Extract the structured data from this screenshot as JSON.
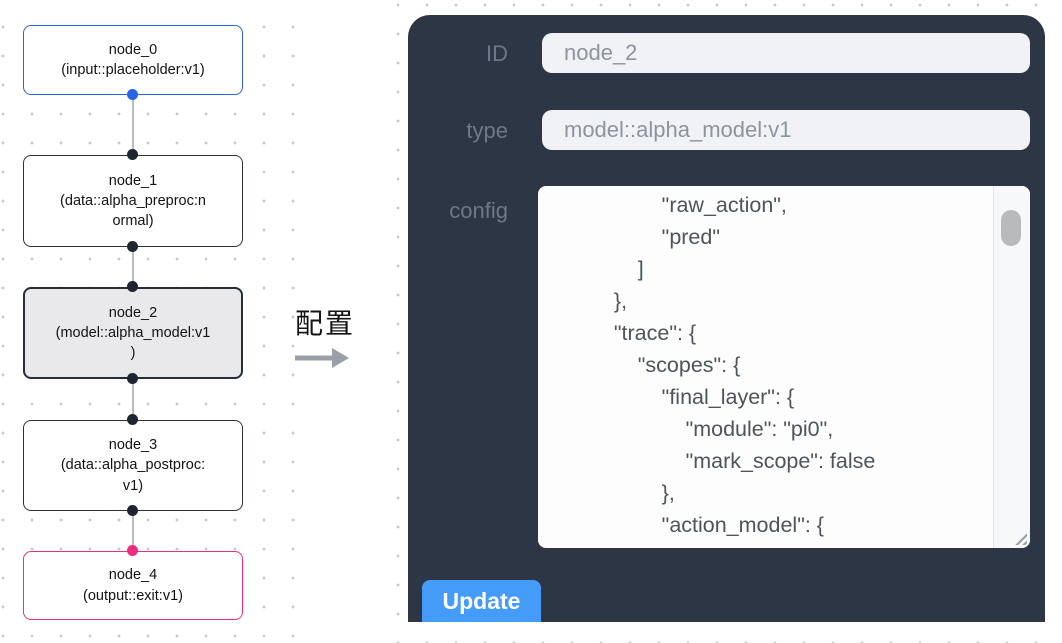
{
  "flow": {
    "nodes": [
      {
        "id": "node_0",
        "label": "node_0\n(input::placeholder:v1)",
        "selected": false
      },
      {
        "id": "node_1",
        "label": "node_1\n(data::alpha_preproc:n\normal)",
        "selected": false
      },
      {
        "id": "node_2",
        "label": "node_2\n(model::alpha_model:v1\n)",
        "selected": true
      },
      {
        "id": "node_3",
        "label": "node_3\n(data::alpha_postproc:\nv1)",
        "selected": false
      },
      {
        "id": "node_4",
        "label": "node_4\n(output::exit:v1)",
        "selected": false
      }
    ]
  },
  "annotation": {
    "label": "配置"
  },
  "panel": {
    "fields": [
      {
        "label": "ID",
        "value": "node_2"
      },
      {
        "label": "type",
        "value": "model::alpha_model:v1"
      },
      {
        "label": "config",
        "value": "            \"raw_action\",\n            \"pred\"\n        ]\n    },\n    \"trace\": {\n        \"scopes\": {\n            \"final_layer\": {\n                \"module\": \"pi0\",\n                \"mark_scope\": false\n            },\n            \"action_model\": {"
      }
    ],
    "update_label": "Update"
  },
  "colors": {
    "panel_bg": "#2d3645",
    "accent_button_blue": "#459bf8",
    "input_node_border_blue": "#2f62d9",
    "output_node_border_pink": "#ec2e80",
    "handle_dark": "#1e2430",
    "handle_blue": "#2563eb",
    "selected_node_bg": "#e9e9ec"
  }
}
